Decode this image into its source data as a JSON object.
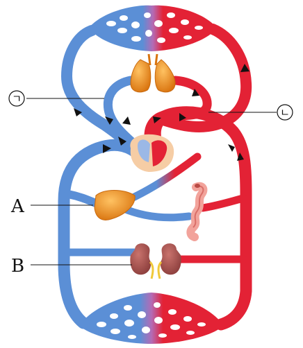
{
  "labels": {
    "giyeok": "ㄱ",
    "nieun": "ㄴ",
    "A": "A",
    "B": "B"
  },
  "colors": {
    "venous": "#5b8fd6",
    "arterial": "#e32235",
    "organ_orange": "#e88a1a",
    "kidney": "#a95552",
    "capillary_mix": "#b46bb5",
    "heart_pad": "#f6cda5"
  },
  "icons": [
    "lung-icon",
    "heart-icon",
    "liver-icon",
    "intestine-icon",
    "kidney-icon",
    "capillary-bed-icon",
    "flow-arrow-icon"
  ]
}
